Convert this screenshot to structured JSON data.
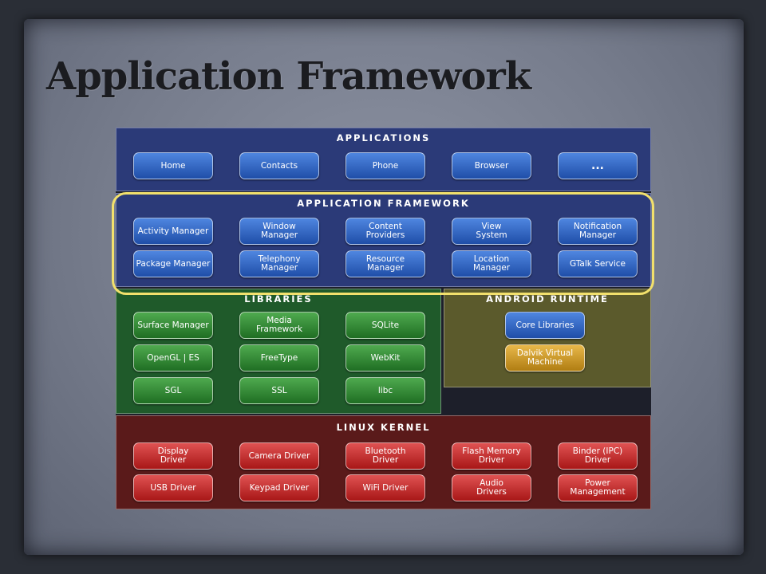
{
  "title": "Application Framework",
  "colors": {
    "applications_bg": "#2b3a78",
    "framework_bg": "#2b3a78",
    "libraries_bg": "#1f5a2a",
    "runtime_bg": "#5b5a2c",
    "kernel_bg": "#5a1a1a",
    "highlight": "#f2e06c"
  },
  "layers": {
    "applications": {
      "title": "Applications",
      "items": [
        "Home",
        "Contacts",
        "Phone",
        "Browser",
        "..."
      ]
    },
    "framework": {
      "title": "Application Framework",
      "items": [
        "Activity Manager",
        "Window\nManager",
        "Content\nProviders",
        "View\nSystem",
        "Notification\nManager",
        "Package Manager",
        "Telephony\nManager",
        "Resource\nManager",
        "Location\nManager",
        "GTalk Service"
      ]
    },
    "libraries": {
      "title": "Libraries",
      "items": [
        "Surface Manager",
        "Media\nFramework",
        "SQLite",
        "OpenGL | ES",
        "FreeType",
        "WebKit",
        "SGL",
        "SSL",
        "libc"
      ]
    },
    "runtime": {
      "title": "Android Runtime",
      "items": [
        "Core Libraries",
        "Dalvik Virtual\nMachine"
      ]
    },
    "kernel": {
      "title": "Linux Kernel",
      "items": [
        "Display\nDriver",
        "Camera Driver",
        "Bluetooth\nDriver",
        "Flash Memory\nDriver",
        "Binder (IPC)\nDriver",
        "USB Driver",
        "Keypad Driver",
        "WiFi Driver",
        "Audio\nDrivers",
        "Power\nManagement"
      ]
    }
  }
}
